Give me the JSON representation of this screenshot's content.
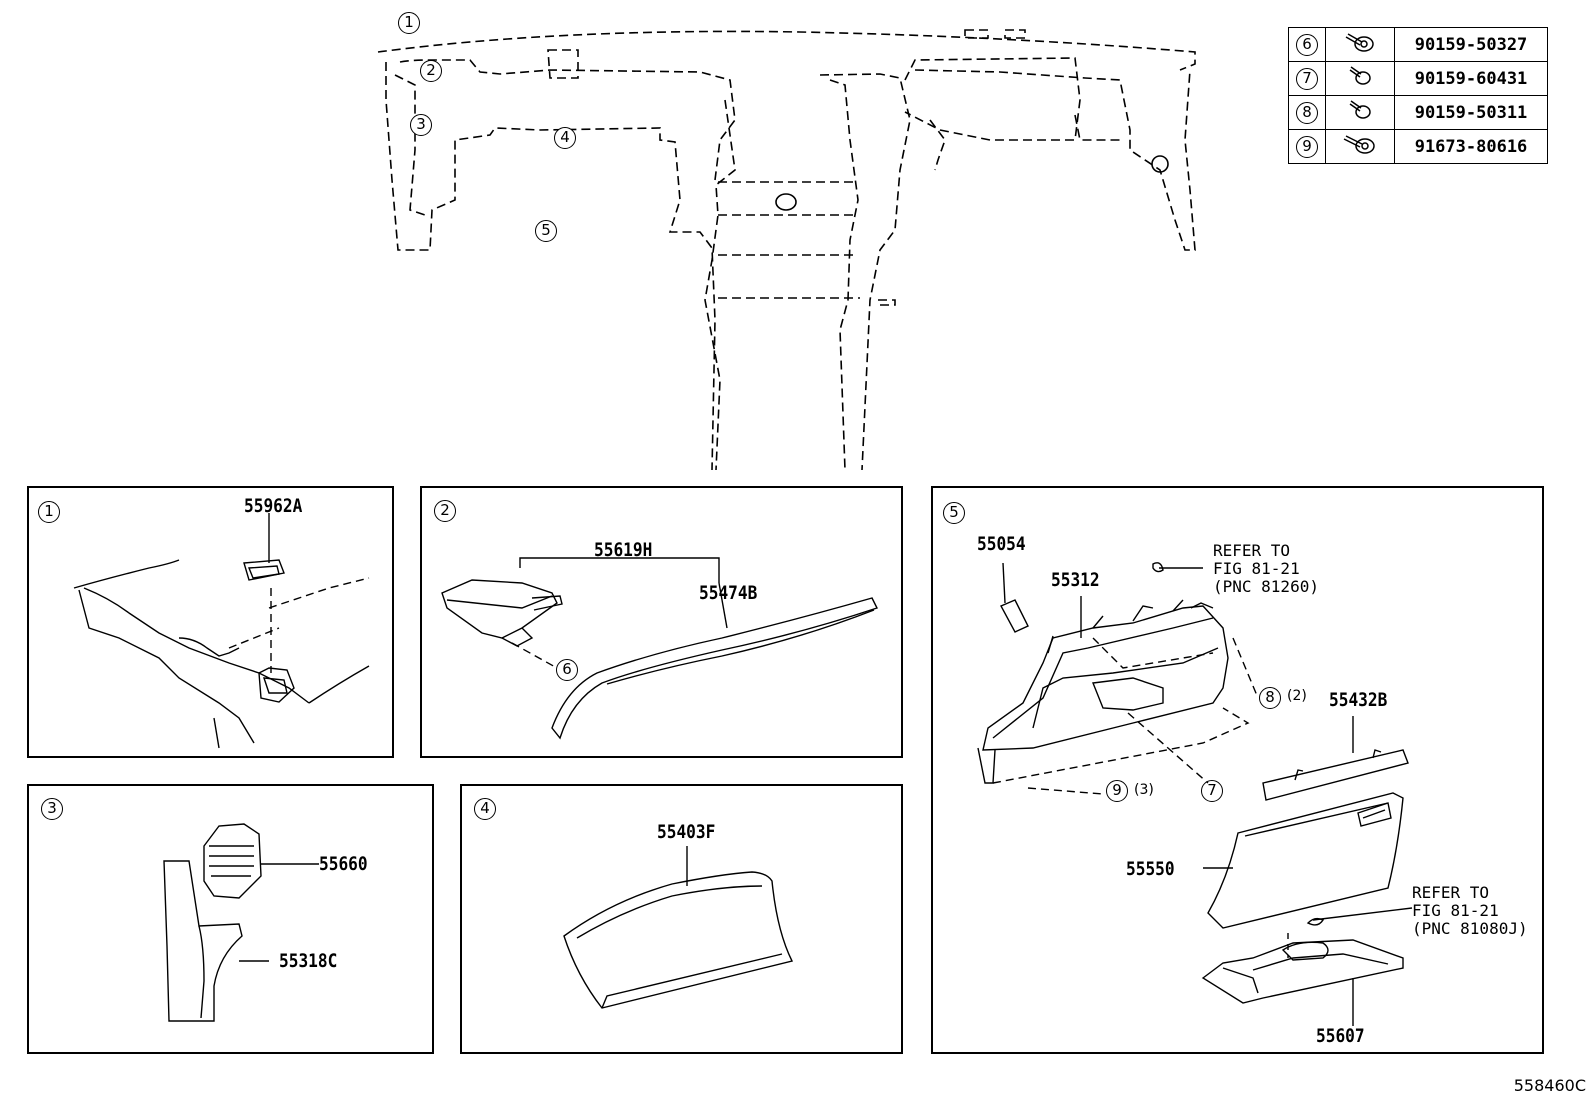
{
  "overview": {
    "callouts": [
      "1",
      "2",
      "3",
      "4",
      "5"
    ]
  },
  "fasteners": [
    {
      "num": "6",
      "part": "90159-50327",
      "icon": "bolt-washer-icon"
    },
    {
      "num": "7",
      "part": "90159-60431",
      "icon": "screw-icon"
    },
    {
      "num": "8",
      "part": "90159-50311",
      "icon": "screw-icon"
    },
    {
      "num": "9",
      "part": "91673-80616",
      "icon": "bolt-washer-icon"
    }
  ],
  "panels": {
    "p1": {
      "num": "1",
      "parts": [
        "55962A"
      ]
    },
    "p2": {
      "num": "2",
      "parts": [
        "55619H",
        "55474B"
      ],
      "callouts": [
        "6"
      ]
    },
    "p3": {
      "num": "3",
      "parts": [
        "55660",
        "55318C"
      ]
    },
    "p4": {
      "num": "4",
      "parts": [
        "55403F"
      ]
    },
    "p5": {
      "num": "5",
      "parts": [
        "55054",
        "55312",
        "55432B",
        "55550",
        "55607"
      ],
      "callouts": [
        "8",
        "9",
        "7"
      ],
      "qty": {
        "c8": "(2)",
        "c9": "(3)"
      },
      "refer1": "REFER TO\nFIG 81-21\n(PNC 81260)",
      "refer2": "REFER TO\nFIG 81-21\n(PNC 81080J)"
    }
  },
  "figure_code": "558460C"
}
